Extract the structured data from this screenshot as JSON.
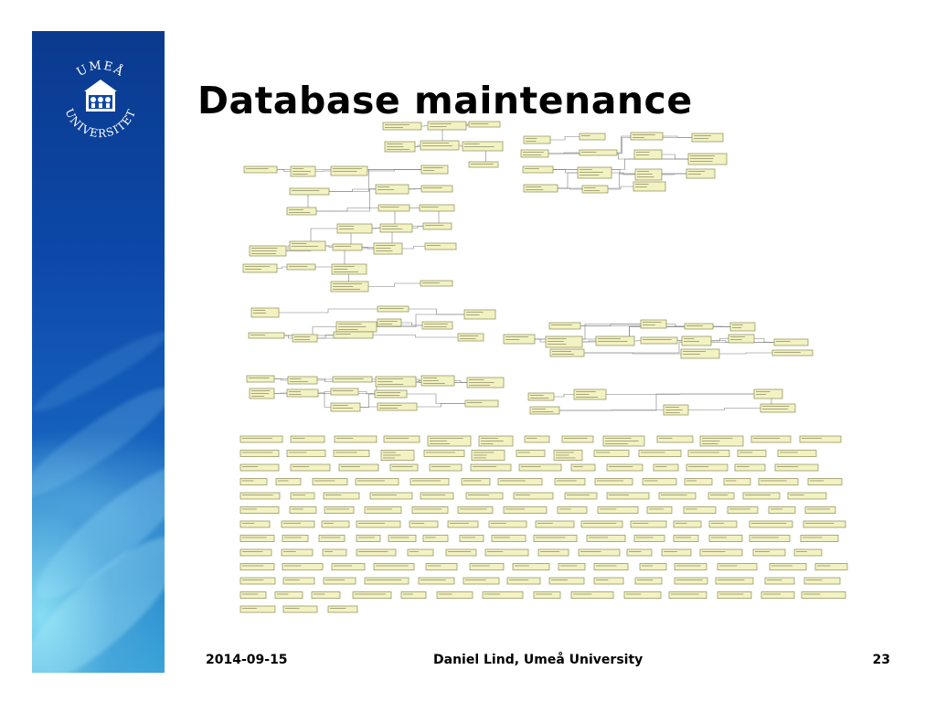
{
  "slide": {
    "title": "Database maintenance",
    "footer": {
      "date": "2014-09-15",
      "author": "Daniel Lind, Umeå University",
      "page_number": "23"
    }
  },
  "logo": {
    "text": "UMEÅ UNIVERSITET",
    "icon": "umea-university-seal"
  },
  "diagram": {
    "kind": "database-schema-diagram",
    "box_fill": "#f3f2c2",
    "box_stroke": "#8b8a55",
    "line_color": "#7d7d7d"
  },
  "colors": {
    "band_dark": "#0a3a8e",
    "band_light": "#3aa4d8"
  }
}
